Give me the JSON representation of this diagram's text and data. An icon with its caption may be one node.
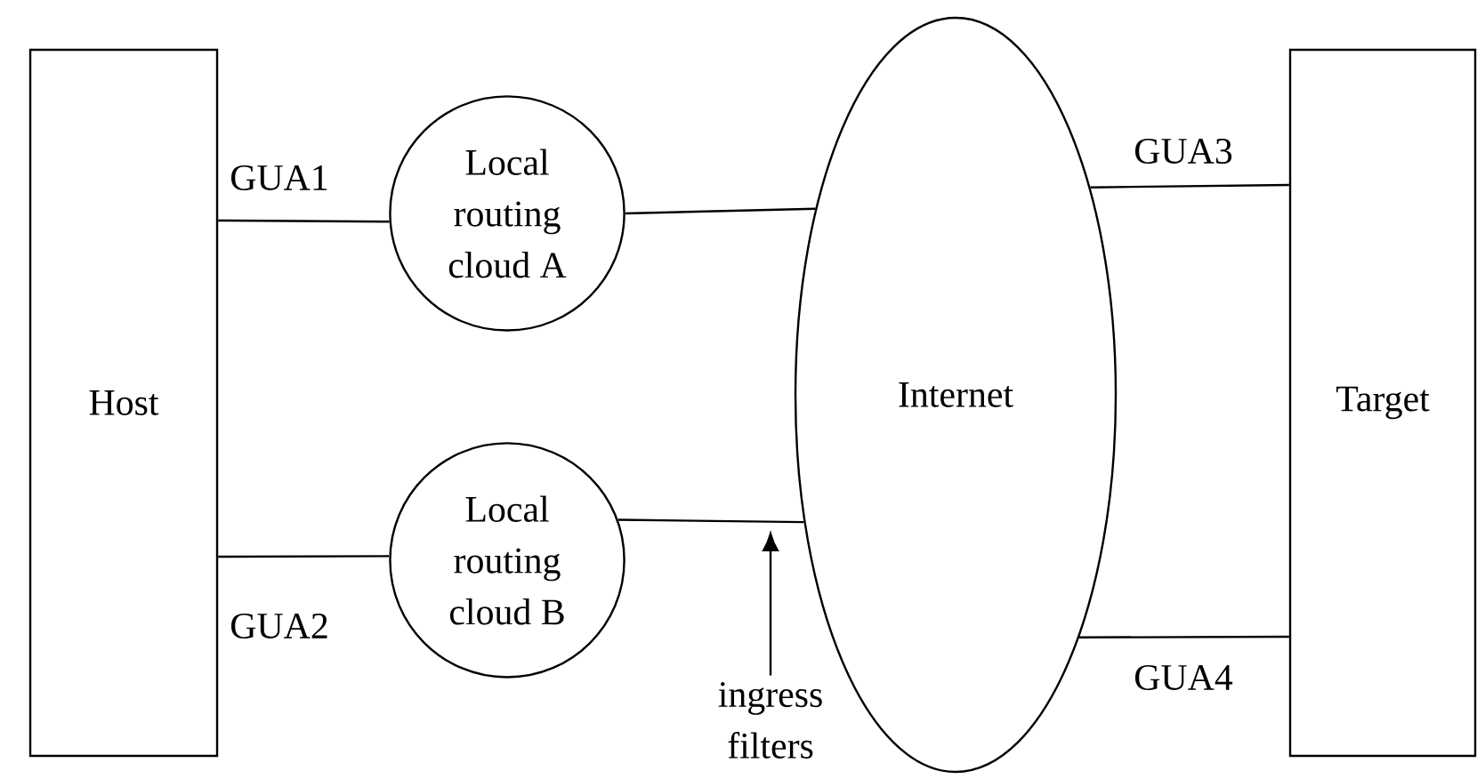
{
  "diagram": {
    "nodes": [
      {
        "text": [
          "Host"
        ]
      },
      {
        "text": [
          "Local routing cloud A"
        ]
      },
      {
        "text": [
          "Local routing cloud B"
        ]
      },
      {
        "text": [
          "Internet"
        ]
      },
      {
        "text": [
          "Target"
        ]
      },
      {
        "text": [
          "ingress filters"
        ]
      }
    ],
    "edges": [
      {
        "from": 0,
        "to": 1,
        "arrow": "none",
        "label": "GUA1"
      },
      {
        "from": 0,
        "to": 2,
        "arrow": "none",
        "label": "GUA2"
      },
      {
        "from": 1,
        "to": 3,
        "arrow": "none"
      },
      {
        "from": 2,
        "to": 3,
        "arrow": "none"
      },
      {
        "from": 3,
        "to": 4,
        "arrow": "none",
        "label": "GUA3"
      },
      {
        "from": 3,
        "to": 4,
        "arrow": "none",
        "label": "GUA4"
      },
      {
        "from": 5,
        "to": null,
        "arrow": "to"
      }
    ]
  }
}
